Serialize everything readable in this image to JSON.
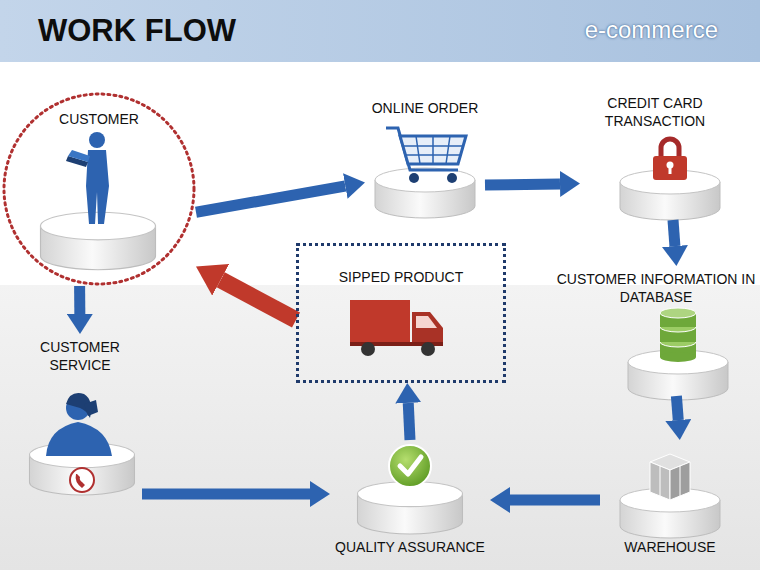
{
  "diagram": {
    "title": "WORK FLOW",
    "nodes": [
      {
        "text": [
          "CUSTOMER"
        ]
      },
      {
        "text": [
          "ONLINE ORDER"
        ]
      },
      {
        "text": [
          "CREDIT CARD TRANSACTION"
        ]
      },
      {
        "text": [
          "CUSTOMER INFORMATION IN DATABASE"
        ]
      },
      {
        "text": [
          "SIPPED PRODUCT"
        ]
      },
      {
        "text": [
          "CUSTOMER SERVICE"
        ]
      },
      {
        "text": [
          "QUALITY ASSURANCE"
        ]
      },
      {
        "text": [
          "WAREHOUSE"
        ]
      }
    ],
    "edges": [
      {
        "from": 0,
        "to": 1,
        "arrow": "to"
      },
      {
        "from": 1,
        "to": 2,
        "arrow": "to"
      },
      {
        "from": 2,
        "to": 3,
        "arrow": "to"
      },
      {
        "from": 3,
        "to": 7,
        "arrow": "to"
      },
      {
        "from": 7,
        "to": 6,
        "arrow": "to"
      },
      {
        "from": 5,
        "to": 6,
        "arrow": "to"
      },
      {
        "from": 6,
        "to": 4,
        "arrow": "to"
      },
      {
        "from": 4,
        "to": 0,
        "arrow": "to"
      },
      {
        "from": 0,
        "to": 5,
        "arrow": "to"
      }
    ],
    "labels": [
      "e-commerce"
    ]
  }
}
